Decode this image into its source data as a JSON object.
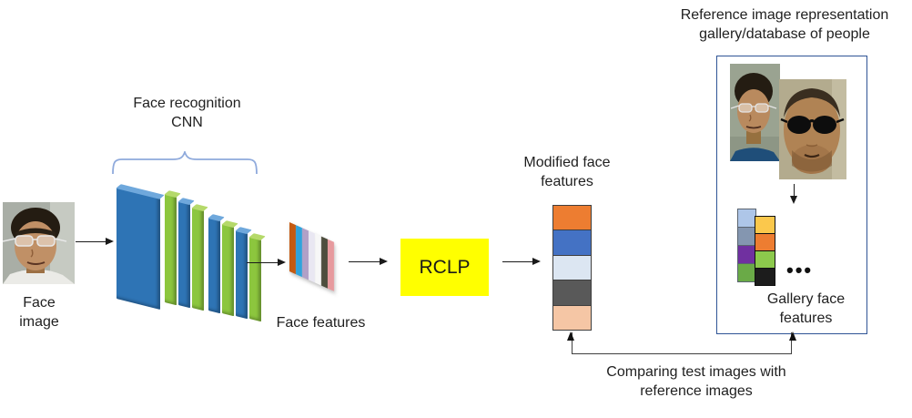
{
  "labels": {
    "face_image": "Face image",
    "cnn": "Face recognition CNN",
    "face_features": "Face features",
    "rclp": "RCLP",
    "modified_features": "Modified face features",
    "reference_gallery": "Reference image representation gallery/database of people",
    "gallery_features": "Gallery face features",
    "comparing": "Comparing test images with reference images",
    "ellipsis": "•••"
  },
  "colors": {
    "text": "#1f1f1f",
    "arrow": "#1a1a1a",
    "brace": "#8faadc",
    "gallery_box_border": "#2f5496",
    "rclp_bg": "#ffff00",
    "rclp_text": "#1a1a1a",
    "cnn_blue": "#2e74b5",
    "cnn_blue_top": "#6fa8dc",
    "cnn_green": "#8cc63e",
    "cnn_green_top": "#b5d96a"
  },
  "modified_feature_blocks": [
    "#ED7D31",
    "#4472C4",
    "#DCE6F2",
    "#595959",
    "#F5C6A5"
  ],
  "face_feature_stripes": [
    "#C55A11",
    "#2FA3DC",
    "#B1A0C7",
    "#E9E7F2",
    "#F7F7F7",
    "#4D4D3D",
    "#E79A9E"
  ],
  "gallery_feature_back_blocks": [
    "#AEC6E8",
    "#8496B0",
    "#7030A0",
    "#6AAA47"
  ],
  "gallery_feature_front_blocks": [
    "#FBC84C",
    "#ED7D31",
    "#8CC94C",
    "#1C1C1C"
  ]
}
